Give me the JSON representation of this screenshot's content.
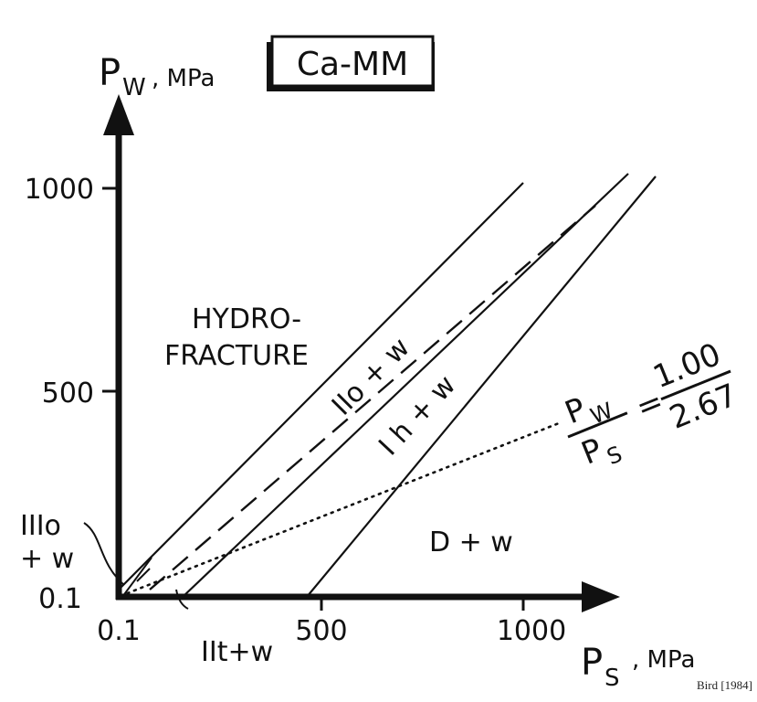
{
  "title": "Ca-MM",
  "y_axis": {
    "symbol": "P",
    "subscript": "W",
    "unit": ", MPa",
    "ticks": [
      "1000",
      "500",
      "0.1"
    ]
  },
  "x_axis": {
    "symbol": "P",
    "subscript": "S",
    "unit": ", MPa",
    "ticks": [
      "0.1",
      "500",
      "1000"
    ]
  },
  "fields": {
    "hydrofracture_line1": "HYDRO-",
    "hydrofracture_line2": "FRACTURE",
    "d_w": "D + w",
    "iii_o_w_line1": "IIIo",
    "iii_o_w_line2": "+ w",
    "ii_t_w": "IIt+w",
    "ii_o_w": "IIo + w",
    "i_h_w": "I h + w"
  },
  "ratio": {
    "num_symbol": "P",
    "num_sub": "W",
    "den_symbol": "P",
    "den_sub": "S",
    "equals": "=",
    "num_value": "1.00",
    "den_value": "2.67"
  },
  "credit": "Bird [1984]",
  "colors": {
    "ink": "#111111",
    "background": "#ffffff"
  }
}
